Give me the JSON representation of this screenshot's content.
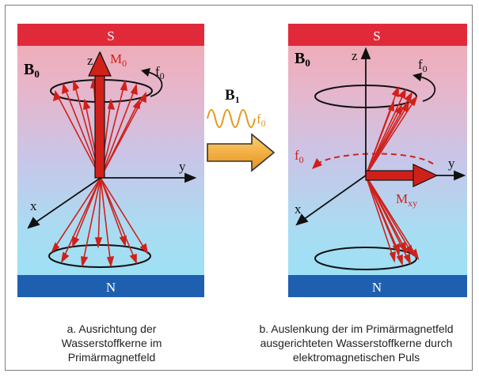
{
  "panel_a": {
    "pole_top": "S",
    "pole_bottom": "N",
    "field_label": "B",
    "field_sub": "0",
    "axis_z": "z",
    "axis_y": "y",
    "axis_x": "x",
    "vector_label": "M",
    "vector_sub": "0",
    "freq_label": "f",
    "freq_sub": "0"
  },
  "middle": {
    "pulse_label": "B",
    "pulse_sub": "1",
    "freq_label": "f",
    "freq_sub": "0"
  },
  "panel_b": {
    "pole_top": "S",
    "pole_bottom": "N",
    "field_label": "B",
    "field_sub": "0",
    "axis_z": "z",
    "axis_y": "y",
    "axis_x": "x",
    "freq_top_label": "f",
    "freq_top_sub": "0",
    "freq_mid_label": "f",
    "freq_mid_sub": "0",
    "vector_label": "M",
    "vector_sub": "xy"
  },
  "captions": {
    "a": [
      "a. Ausrichtung der",
      "Wasserstoffkerne im",
      "Primärmagnetfeld"
    ],
    "b": [
      "b. Auslenkung der im Primärmagnetfeld",
      "ausgerichteten Wasserstoffkerne durch",
      "elektromagnetischen Puls"
    ]
  },
  "colors": {
    "south": "#e02a3a",
    "north": "#1f5fb0",
    "arrow": "#d0201a",
    "pulse_wave": "#e39a1a",
    "pulse_arrow": "#f0a020"
  }
}
